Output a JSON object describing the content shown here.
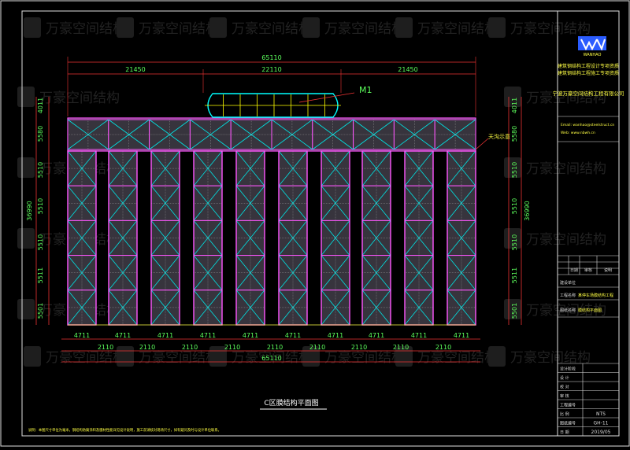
{
  "watermark": {
    "brand_text": "万豪空间结构",
    "logo_sub": "WANHAO"
  },
  "drawing": {
    "title": "C区膜结构平面图",
    "membrane_tag": "M1",
    "note_label": "天沟示意",
    "dims_top": {
      "overall": "65110",
      "left": "21450",
      "middle": "22110",
      "right": "21450"
    },
    "dims_side": {
      "overall": "36990",
      "segments": [
        "4011",
        "5580",
        "5510",
        "5510",
        "5510",
        "5511",
        "5501"
      ]
    },
    "dims_bottom": {
      "col_width": "4711",
      "gap": "2110",
      "overall": "65110"
    },
    "footer_note": "说明：本图尺寸单位为毫米，钢结构防腐涂料及膜材性能详见设计说明，施工前请核对现场尺寸，如有疑问及时与设计单位联系。"
  },
  "title_block": {
    "qualification_1": "建筑钢结构工程设计专项资质",
    "qualification_2": "建筑钢结构工程施工专项资质",
    "company": "宁波万豪空间结构工程有限公司",
    "contact_1": "Email: wanhao@steelstruct.cn",
    "contact_2": "Web: www.nbwh.cn",
    "sig_headers": [
      "审核",
      "日期",
      "说明"
    ],
    "label_construction": "建设单位",
    "label_project": "工程名称",
    "project_name": "某停车场膜结构工程",
    "label_drawing": "图纸名称",
    "drawing_name": "膜结构平面图",
    "rows": [
      {
        "label": "设计阶段",
        "value": ""
      },
      {
        "label": "设  计",
        "value": ""
      },
      {
        "label": "校  对",
        "value": ""
      },
      {
        "label": "审  核",
        "value": ""
      },
      {
        "label": "工程编号",
        "value": ""
      },
      {
        "label": "比  例",
        "value": "NTS"
      },
      {
        "label": "图纸编号",
        "value": "GH-11"
      },
      {
        "label": "日  期",
        "value": "2019/05"
      }
    ]
  }
}
